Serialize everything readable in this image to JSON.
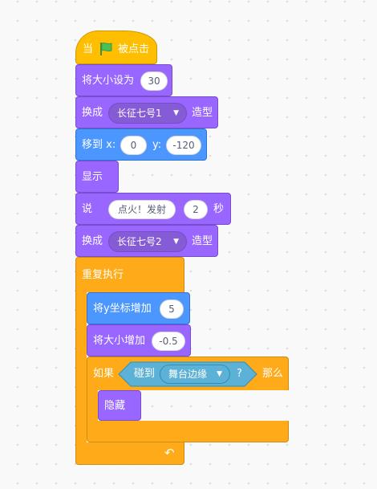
{
  "blocks": {
    "when_flag": {
      "prefix": "当",
      "suffix": "被点击",
      "icon": "green-flag-icon"
    },
    "set_size": {
      "label": "将大小设为",
      "value": "30"
    },
    "switch_costume_1": {
      "label": "换成",
      "costume": "长征七号1",
      "suffix": "造型"
    },
    "goto_xy": {
      "label": "移到 x:",
      "x": "0",
      "y_label": "y:",
      "y": "-120"
    },
    "show": {
      "label": "显示"
    },
    "say_for": {
      "label": "说",
      "message": "点火！发射",
      "secs": "2",
      "unit": "秒"
    },
    "switch_costume_2": {
      "label": "换成",
      "costume": "长征七号2",
      "suffix": "造型"
    },
    "forever": {
      "label": "重复执行"
    },
    "change_y": {
      "label": "将y坐标增加",
      "value": "5"
    },
    "change_size": {
      "label": "将大小增加",
      "value": "-0.5"
    },
    "if_touching": {
      "label": "如果",
      "sensing_label": "碰到",
      "target": "舞台边缘",
      "qmark": "?",
      "then": "那么"
    },
    "hide": {
      "label": "隐藏"
    }
  },
  "colors": {
    "events": "#FFBF00",
    "looks": "#9966FF",
    "motion": "#4C97FF",
    "control": "#FFAB19",
    "sensing": "#5CB1D6"
  }
}
